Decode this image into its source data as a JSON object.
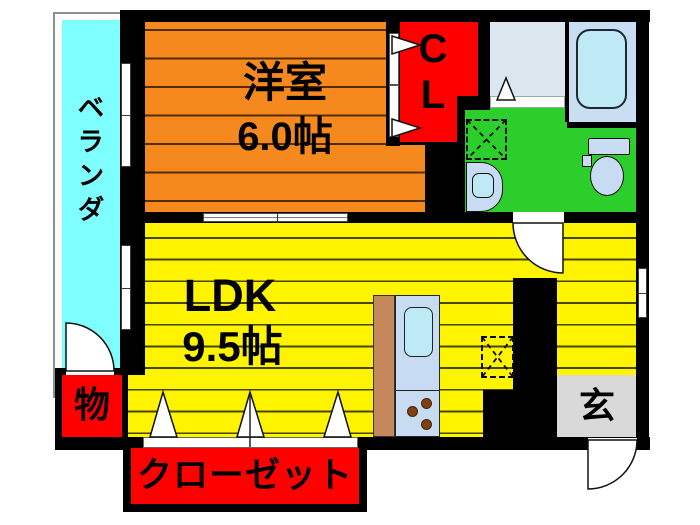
{
  "type": "floorplan",
  "rooms": {
    "veranda": {
      "label": "ベランダ"
    },
    "western": {
      "name": "洋室",
      "size": "6.0帖"
    },
    "cl": {
      "label": "CL"
    },
    "ldk": {
      "name": "LDK",
      "size": "9.5帖"
    },
    "storage": {
      "label": "物"
    },
    "closet": {
      "label": "クローゼット"
    },
    "entrance": {
      "label": "玄"
    }
  },
  "fixtures": [
    "bathtub",
    "toilet",
    "wash-basin",
    "kitchen-counter",
    "kitchen-sink",
    "gas-stove",
    "washing-machine-space",
    "refrigerator-space",
    "swing-door",
    "sliding-door",
    "folding-door",
    "window"
  ],
  "colors": {
    "wall": "#000000",
    "veranda": "#7EFEFE",
    "western_room": "#F6891E",
    "ldk": "#FFF400",
    "accent_red": "#FE0000",
    "washroom_green": "#2BCE2B",
    "bathroom_floor": "#DCE6EF",
    "bath_area": "#C9DEF2",
    "tub": "#C0E9F6",
    "fixture": "#C7DCF3",
    "basin": "#BDEAF5",
    "counter_brown": "#C5885A",
    "entrance_gray": "#D9D9D9",
    "burner_brown": "#7C4012"
  }
}
